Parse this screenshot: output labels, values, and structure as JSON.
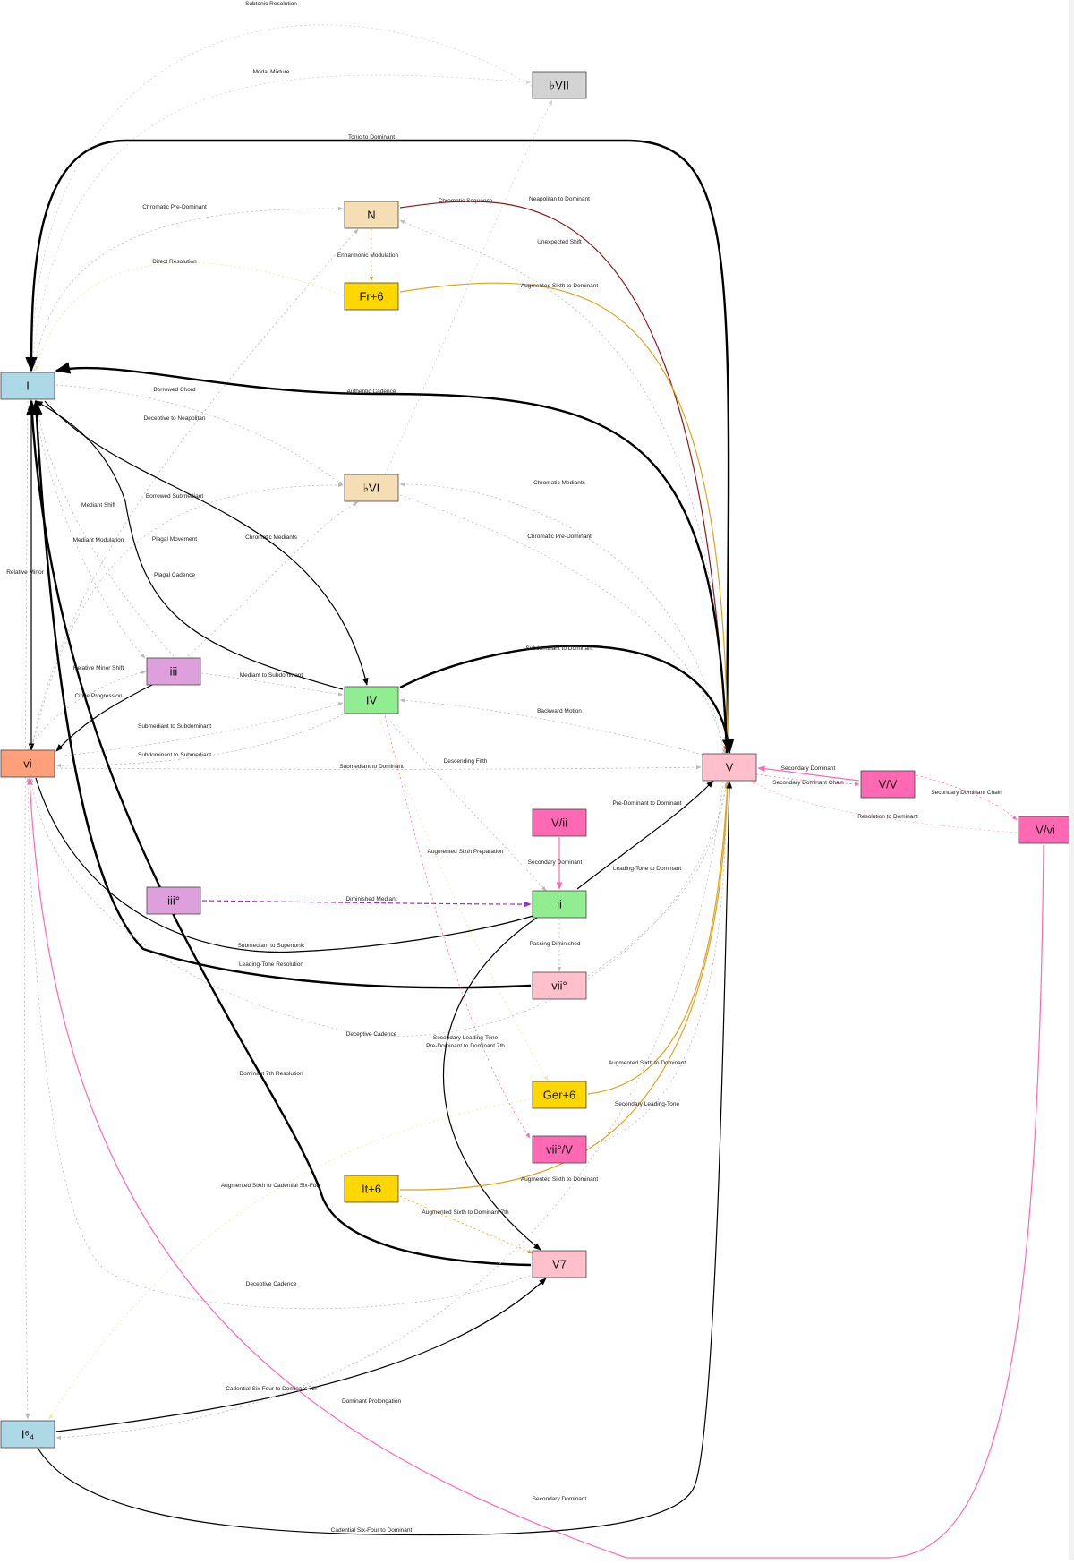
{
  "nodes": [
    {
      "id": "I",
      "label": "I",
      "color": "#add8e6"
    },
    {
      "id": "vi",
      "label": "vi",
      "color": "#ffa07a"
    },
    {
      "id": "I64",
      "label": "I⁶₄",
      "color": "#add8e6"
    },
    {
      "id": "iii",
      "label": "iii",
      "color": "#dda0dd"
    },
    {
      "id": "iiio",
      "label": "iii°",
      "color": "#dda0dd"
    },
    {
      "id": "N",
      "label": "N",
      "color": "#f5deb3"
    },
    {
      "id": "Fr6",
      "label": "Fr+6",
      "color": "#ffd700"
    },
    {
      "id": "bVI",
      "label": "♭VI",
      "color": "#f5deb3"
    },
    {
      "id": "IV",
      "label": "IV",
      "color": "#90ee90"
    },
    {
      "id": "It6",
      "label": "It+6",
      "color": "#ffd700"
    },
    {
      "id": "bVII",
      "label": "♭VII",
      "color": "#d3d3d3"
    },
    {
      "id": "Vii",
      "label": "V/ii",
      "color": "#ff69b4"
    },
    {
      "id": "ii",
      "label": "ii",
      "color": "#90ee90"
    },
    {
      "id": "viio",
      "label": "vii°",
      "color": "#ffc0cb"
    },
    {
      "id": "Ger6",
      "label": "Ger+6",
      "color": "#ffd700"
    },
    {
      "id": "viioV",
      "label": "vii°/V",
      "color": "#ff69b4"
    },
    {
      "id": "V7",
      "label": "V7",
      "color": "#ffc0cb"
    },
    {
      "id": "V",
      "label": "V",
      "color": "#ffc0cb"
    },
    {
      "id": "VV",
      "label": "V/V",
      "color": "#ff69b4"
    },
    {
      "id": "Vvi",
      "label": "V/vi",
      "color": "#ff69b4"
    }
  ],
  "edges": [
    {
      "id": "subtonic-resolution",
      "label": "Subtonic Resolution",
      "from": "bVII",
      "to": "I",
      "color": "#d3d3d3",
      "style": "dotted",
      "weight": "thin"
    },
    {
      "id": "modal-mixture",
      "label": "Modal Mixture",
      "from": "I",
      "to": "bVII",
      "color": "#d3d3d3",
      "style": "dotted",
      "weight": "thin"
    },
    {
      "id": "tonic-to-dominant",
      "label": "Tonic to Dominant",
      "from": "V",
      "to": "I",
      "color": "#000000",
      "style": "solid",
      "weight": "bold"
    },
    {
      "id": "chromatic-pre-dominant-1",
      "label": "Chromatic Pre-Dominant",
      "from": "I",
      "to": "N",
      "color": "#bbbbbb",
      "style": "dotted",
      "weight": "thin"
    },
    {
      "id": "chromatic-sequence",
      "label": "Chromatic Sequence",
      "from": "bVI",
      "to": "bVII",
      "color": "#d3d3d3",
      "style": "dotted",
      "weight": "thin"
    },
    {
      "id": "neapolitan-to-dominant",
      "label": "Neapolitan to Dominant",
      "from": "N",
      "to": "V",
      "color": "#8b1a1a",
      "style": "solid",
      "weight": "normal"
    },
    {
      "id": "unexpected-shift",
      "label": "Unexpected Shift",
      "from": "V",
      "to": "N",
      "color": "#bbbbbb",
      "style": "dotted",
      "weight": "thin"
    },
    {
      "id": "enharmonic-modulation",
      "label": "Enharmonic Modulation",
      "from": "N",
      "to": "Fr6",
      "color": "#daa520",
      "style": "dotted",
      "weight": "thin"
    },
    {
      "id": "direct-resolution",
      "label": "Direct Resolution",
      "from": "Fr6",
      "to": "I",
      "color": "#eee8aa",
      "style": "dotted",
      "weight": "thin"
    },
    {
      "id": "augmented-sixth-to-dominant-fr",
      "label": "Augmented Sixth to Dominant",
      "from": "Fr6",
      "to": "V",
      "color": "#daa520",
      "style": "solid",
      "weight": "normal"
    },
    {
      "id": "borrowed-chord",
      "label": "Borrowed Chord",
      "from": "I",
      "to": "bVI",
      "color": "#bbbbbb",
      "style": "dotted",
      "weight": "thin"
    },
    {
      "id": "authentic-cadence",
      "label": "Authentic Cadence",
      "from": "V",
      "to": "I",
      "color": "#000000",
      "style": "solid",
      "weight": "bold"
    },
    {
      "id": "deceptive-to-neapolitan",
      "label": "Deceptive to Neapolitan",
      "from": "vi",
      "to": "N",
      "color": "#bbbbbb",
      "style": "dotted",
      "weight": "thin"
    },
    {
      "id": "borrowed-submediant",
      "label": "Borrowed Submediant",
      "from": "vi",
      "to": "bVI",
      "color": "#bbbbbb",
      "style": "dotted",
      "weight": "thin"
    },
    {
      "id": "chromatic-mediants-1",
      "label": "Chromatic Mediants",
      "from": "V",
      "to": "bVI",
      "color": "#bbbbbb",
      "style": "dotted",
      "weight": "thin"
    },
    {
      "id": "mediant-shift",
      "label": "Mediant Shift",
      "from": "I",
      "to": "iii",
      "color": "#bbbbbb",
      "style": "dotted",
      "weight": "thin"
    },
    {
      "id": "mediant-modulation",
      "label": "Mediant Modulation",
      "from": "iii",
      "to": "I",
      "color": "#bbbbbb",
      "style": "dotted",
      "weight": "thin"
    },
    {
      "id": "plagal-movement",
      "label": "Plagal Movement",
      "from": "I",
      "to": "IV",
      "color": "#000000",
      "style": "solid",
      "weight": "normal"
    },
    {
      "id": "chromatic-mediants-2",
      "label": "Chromatic Mediants",
      "from": "iii",
      "to": "bVI",
      "color": "#bbbbbb",
      "style": "dotted",
      "weight": "thin"
    },
    {
      "id": "chromatic-pre-dominant-2",
      "label": "Chromatic Pre-Dominant",
      "from": "bVI",
      "to": "V",
      "color": "#bbbbbb",
      "style": "dotted",
      "weight": "thin"
    },
    {
      "id": "relative-minor",
      "label": "Relative Minor",
      "from": "I",
      "to": "vi",
      "color": "#000000",
      "style": "solid",
      "weight": "normal"
    },
    {
      "id": "plagal-cadence",
      "label": "Plagal Cadence",
      "from": "IV",
      "to": "I",
      "color": "#000000",
      "style": "solid",
      "weight": "normal"
    },
    {
      "id": "subdominant-to-dominant",
      "label": "Subdominant to Dominant",
      "from": "IV",
      "to": "V",
      "color": "#000000",
      "style": "solid",
      "weight": "bold"
    },
    {
      "id": "relative-minor-shift",
      "label": "Relative Minor Shift",
      "from": "vi",
      "to": "iii",
      "color": "#bbbbbb",
      "style": "dotted",
      "weight": "thin"
    },
    {
      "id": "mediant-to-subdominant",
      "label": "Mediant to Subdominant",
      "from": "iii",
      "to": "IV",
      "color": "#bbbbbb",
      "style": "dotted",
      "weight": "thin"
    },
    {
      "id": "circle-progression",
      "label": "Circle Progression",
      "from": "iii",
      "to": "vi",
      "color": "#000000",
      "style": "solid",
      "weight": "normal"
    },
    {
      "id": "backward-motion",
      "label": "Backward Motion",
      "from": "V",
      "to": "IV",
      "color": "#bbbbbb",
      "style": "dotted",
      "weight": "thin"
    },
    {
      "id": "submediant-to-subdominant",
      "label": "Submediant to Subdominant",
      "from": "vi",
      "to": "IV",
      "color": "#bbbbbb",
      "style": "dotted",
      "weight": "thin"
    },
    {
      "id": "subdominant-to-submediant",
      "label": "Subdominant to Submediant",
      "from": "IV",
      "to": "vi",
      "color": "#bbbbbb",
      "style": "dotted",
      "weight": "thin"
    },
    {
      "id": "submediant-to-dominant",
      "label": "Submediant to Dominant",
      "from": "vi",
      "to": "V",
      "color": "#bbbbbb",
      "style": "dotted",
      "weight": "thin"
    },
    {
      "id": "descending-fifth",
      "label": "Descending Fifth",
      "from": "IV",
      "to": "ii",
      "color": "#bbbbbb",
      "style": "dotted",
      "weight": "thin"
    },
    {
      "id": "secondary-dominant-vv",
      "label": "Secondary Dominant",
      "from": "VV",
      "to": "V",
      "color": "#ff69b4",
      "style": "solid",
      "weight": "normal"
    },
    {
      "id": "secondary-dominant-chain-1",
      "label": "Secondary Dominant Chain",
      "from": "V",
      "to": "VV",
      "color": "#ff69b4",
      "style": "dotted",
      "weight": "thin"
    },
    {
      "id": "secondary-dominant-chain-2",
      "label": "Secondary Dominant Chain",
      "from": "VV",
      "to": "Vvi",
      "color": "#ff69b4",
      "style": "dotted",
      "weight": "thin"
    },
    {
      "id": "resolution-to-dominant",
      "label": "Resolution to Dominant",
      "from": "Vvi",
      "to": "V",
      "color": "#ffb6c1",
      "style": "dotted",
      "weight": "thin"
    },
    {
      "id": "pre-dominant-to-dominant",
      "label": "Pre-Dominant to Dominant",
      "from": "ii",
      "to": "V",
      "color": "#000000",
      "style": "solid",
      "weight": "normal"
    },
    {
      "id": "augmented-sixth-preparation",
      "label": "Augmented Sixth Preparation",
      "from": "IV",
      "to": "Ger6",
      "color": "#eee8aa",
      "style": "dotted",
      "weight": "thin"
    },
    {
      "id": "secondary-dominant-vii",
      "label": "Secondary Dominant",
      "from": "Vii",
      "to": "ii",
      "color": "#ff69b4",
      "style": "solid",
      "weight": "normal"
    },
    {
      "id": "leading-tone-to-dominant",
      "label": "Leading-Tone to Dominant",
      "from": "viio",
      "to": "V",
      "color": "#bbbbbb",
      "style": "dotted",
      "weight": "thin"
    },
    {
      "id": "diminished-mediant",
      "label": "Diminished Mediant",
      "from": "iiio",
      "to": "ii",
      "color": "#9932cc",
      "style": "dashed",
      "weight": "normal"
    },
    {
      "id": "submediant-to-supertonic",
      "label": "Submediant to Supertonic",
      "from": "vi",
      "to": "ii",
      "color": "#000000",
      "style": "solid",
      "weight": "normal"
    },
    {
      "id": "passing-diminished",
      "label": "Passing Diminished",
      "from": "ii",
      "to": "viio",
      "color": "#bbbbbb",
      "style": "dotted",
      "weight": "thin"
    },
    {
      "id": "leading-tone-resolution",
      "label": "Leading-Tone Resolution",
      "from": "viio",
      "to": "I",
      "color": "#000000",
      "style": "solid",
      "weight": "bold"
    },
    {
      "id": "deceptive-cadence-1",
      "label": "Deceptive Cadence",
      "from": "V",
      "to": "vi",
      "color": "#bbbbbb",
      "style": "dotted",
      "weight": "thin"
    },
    {
      "id": "secondary-leading-tone-1",
      "label": "Secondary Leading-Tone",
      "from": "IV",
      "to": "viioV",
      "color": "#ff69b4",
      "style": "dotted",
      "weight": "thin"
    },
    {
      "id": "pre-dominant-to-dominant-7th",
      "label": "Pre-Dominant to Dominant 7th",
      "from": "ii",
      "to": "V7",
      "color": "#000000",
      "style": "solid",
      "weight": "normal"
    },
    {
      "id": "augmented-sixth-to-dominant-ger",
      "label": "Augmented Sixth to Dominant",
      "from": "Ger6",
      "to": "V",
      "color": "#daa520",
      "style": "solid",
      "weight": "normal"
    },
    {
      "id": "secondary-leading-tone-2",
      "label": "Secondary Leading-Tone",
      "from": "viioV",
      "to": "V",
      "color": "#bbbbbb",
      "style": "dotted",
      "weight": "thin"
    },
    {
      "id": "dominant-7th-resolution",
      "label": "Dominant 7th Resolution",
      "from": "V7",
      "to": "I",
      "color": "#000000",
      "style": "solid",
      "weight": "bold"
    },
    {
      "id": "augmented-sixth-to-cadential",
      "label": "Augmented Sixth to Cadential Six-Four",
      "from": "Ger6",
      "to": "I64",
      "color": "#eee8aa",
      "style": "dotted",
      "weight": "thin"
    },
    {
      "id": "augmented-sixth-to-dominant-it",
      "label": "Augmented Sixth to Dominant",
      "from": "It6",
      "to": "V",
      "color": "#daa520",
      "style": "solid",
      "weight": "normal"
    },
    {
      "id": "augmented-sixth-to-dominant-7th",
      "label": "Augmented Sixth to Dominant 7th",
      "from": "It6",
      "to": "V7",
      "color": "#daa520",
      "style": "dotted",
      "weight": "thin"
    },
    {
      "id": "deceptive-cadence-2",
      "label": "Deceptive Cadence",
      "from": "V7",
      "to": "vi",
      "color": "#bbbbbb",
      "style": "dotted",
      "weight": "thin"
    },
    {
      "id": "cadential-six-four-to-dominant-7th",
      "label": "Cadential Six-Four to Dominant 7th",
      "from": "I64",
      "to": "V7",
      "color": "#000000",
      "style": "solid",
      "weight": "normal"
    },
    {
      "id": "dominant-prolongation",
      "label": "Dominant Prolongation",
      "from": "V",
      "to": "I64",
      "color": "#bbbbbb",
      "style": "dotted",
      "weight": "thin"
    },
    {
      "id": "secondary-dominant-vvi",
      "label": "Secondary Dominant",
      "from": "Vvi",
      "to": "vi",
      "color": "#ff69b4",
      "style": "solid",
      "weight": "normal"
    },
    {
      "id": "cadential-six-four-to-dominant",
      "label": "Cadential Six-Four to Dominant",
      "from": "I64",
      "to": "V",
      "color": "#000000",
      "style": "solid",
      "weight": "normal"
    },
    {
      "id": "deceptive-resolution-iii",
      "label": "",
      "from": "I",
      "to": "I64",
      "color": "#bbbbbb",
      "style": "dotted",
      "weight": "thin"
    }
  ]
}
